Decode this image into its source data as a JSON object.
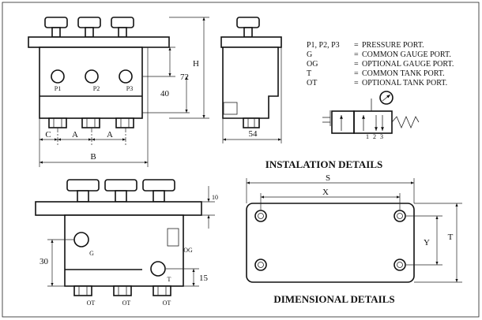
{
  "legend": [
    {
      "code": "P1, P2, P3",
      "desc": "PRESSURE PORT."
    },
    {
      "code": "G",
      "desc": "COMMON GAUGE PORT."
    },
    {
      "code": "OG",
      "desc": "OPTIONAL GAUGE PORT."
    },
    {
      "code": "T",
      "desc": "COMMON TANK PORT."
    },
    {
      "code": "OT",
      "desc": "OPTIONAL TANK PORT."
    }
  ],
  "titles": {
    "installation": "INSTALATION  DETAILS",
    "dimensional": "DIMENSIONAL  DETAILS"
  },
  "front_view": {
    "ports": [
      "P1",
      "P2",
      "P3"
    ],
    "dims": {
      "c": "C",
      "a1": "A",
      "a2": "A",
      "b": "B",
      "h": "H",
      "d72": "72",
      "d40": "40"
    }
  },
  "side_view": {
    "dims": {
      "w54": "54"
    }
  },
  "bottom_view": {
    "port_g": "G",
    "port_og": "OG",
    "port_t": "T",
    "tanks": [
      "OT",
      "OT",
      "OT"
    ],
    "dims": {
      "d10": "10",
      "d30": "30",
      "d15": "15"
    }
  },
  "plate_view": {
    "dims": {
      "s": "S",
      "x": "X",
      "y": "Y",
      "t": "T"
    }
  },
  "symbol": {
    "labels": [
      "1",
      "2",
      "3"
    ]
  }
}
